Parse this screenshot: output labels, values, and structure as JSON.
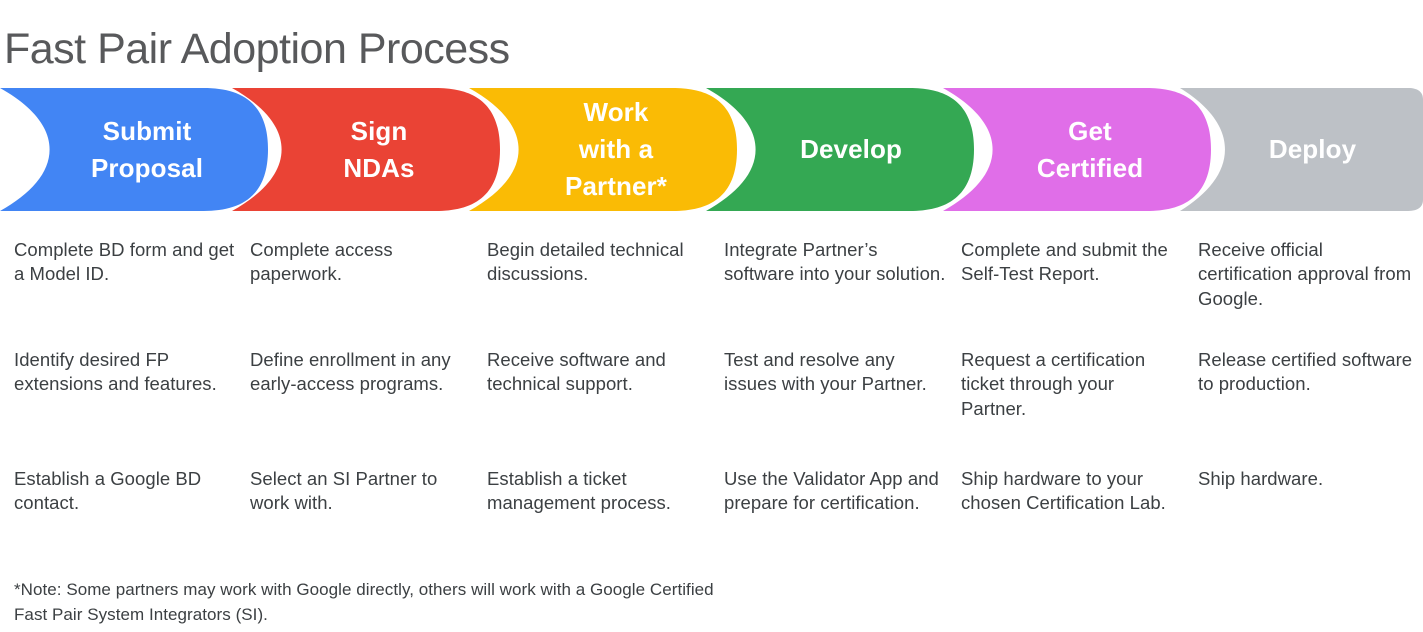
{
  "page": {
    "title": "Fast Pair Adoption Process",
    "footnote": "*Note: Some partners may work with Google directly, others will work with a Google Certified Fast Pair System Integrators (SI)."
  },
  "colors": {
    "blue": "#4285f4",
    "red": "#ea4335",
    "yellow": "#fabb05",
    "green": "#34a853",
    "magenta": "#e06ee8",
    "gray": "#bdc1c6",
    "title_gray": "#58595b",
    "body_gray": "#3c4043"
  },
  "steps": [
    {
      "label": "Submit\nProposal",
      "color": "#4285f4",
      "items": [
        "Complete BD form and get a Model ID.",
        "Identify desired FP extensions and features.",
        "Establish a Google BD contact."
      ]
    },
    {
      "label": "Sign\nNDAs",
      "color": "#ea4335",
      "items": [
        "Complete access paperwork.",
        "Define enrollment in any early-access programs.",
        "Select an SI Partner to work with."
      ]
    },
    {
      "label": "Work\nwith a\nPartner*",
      "color": "#fabb05",
      "items": [
        "Begin detailed technical discussions.",
        "Receive software and technical support.",
        "Establish a ticket management process."
      ]
    },
    {
      "label": "Develop",
      "color": "#34a853",
      "items": [
        "Integrate Partner’s software into your solution.",
        "Test and resolve any issues with your Partner.",
        "Use the Validator App and prepare for certification."
      ]
    },
    {
      "label": "Get\nCertified",
      "color": "#e06ee8",
      "items": [
        "Complete and submit the Self-Test Report.",
        "Request a certification ticket through your Partner.",
        "Ship hardware to your chosen Certification Lab."
      ]
    },
    {
      "label": "Deploy",
      "color": "#bdc1c6",
      "items": [
        "Receive official certification approval from Google.",
        "Release certified software to production.",
        "Ship hardware."
      ]
    }
  ]
}
